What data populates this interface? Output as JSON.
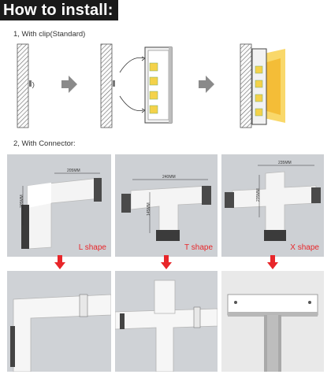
{
  "header": {
    "title": "How to install:"
  },
  "step1": {
    "label": "1, With clip(Standard)"
  },
  "step2": {
    "label": "2, With Connector:"
  },
  "connectors": [
    {
      "shape_label": "L shape",
      "dim_a": "205MM",
      "dim_b": "205MM"
    },
    {
      "shape_label": "T shape",
      "dim_a": "240MM",
      "dim_b": "145MM"
    },
    {
      "shape_label": "X shape",
      "dim_a": "235MM",
      "dim_b": "235MM"
    }
  ],
  "colors": {
    "accent_red": "#e8262a",
    "arrow_gray": "#8a8a8a",
    "led_yellow": "#f4d24a"
  }
}
